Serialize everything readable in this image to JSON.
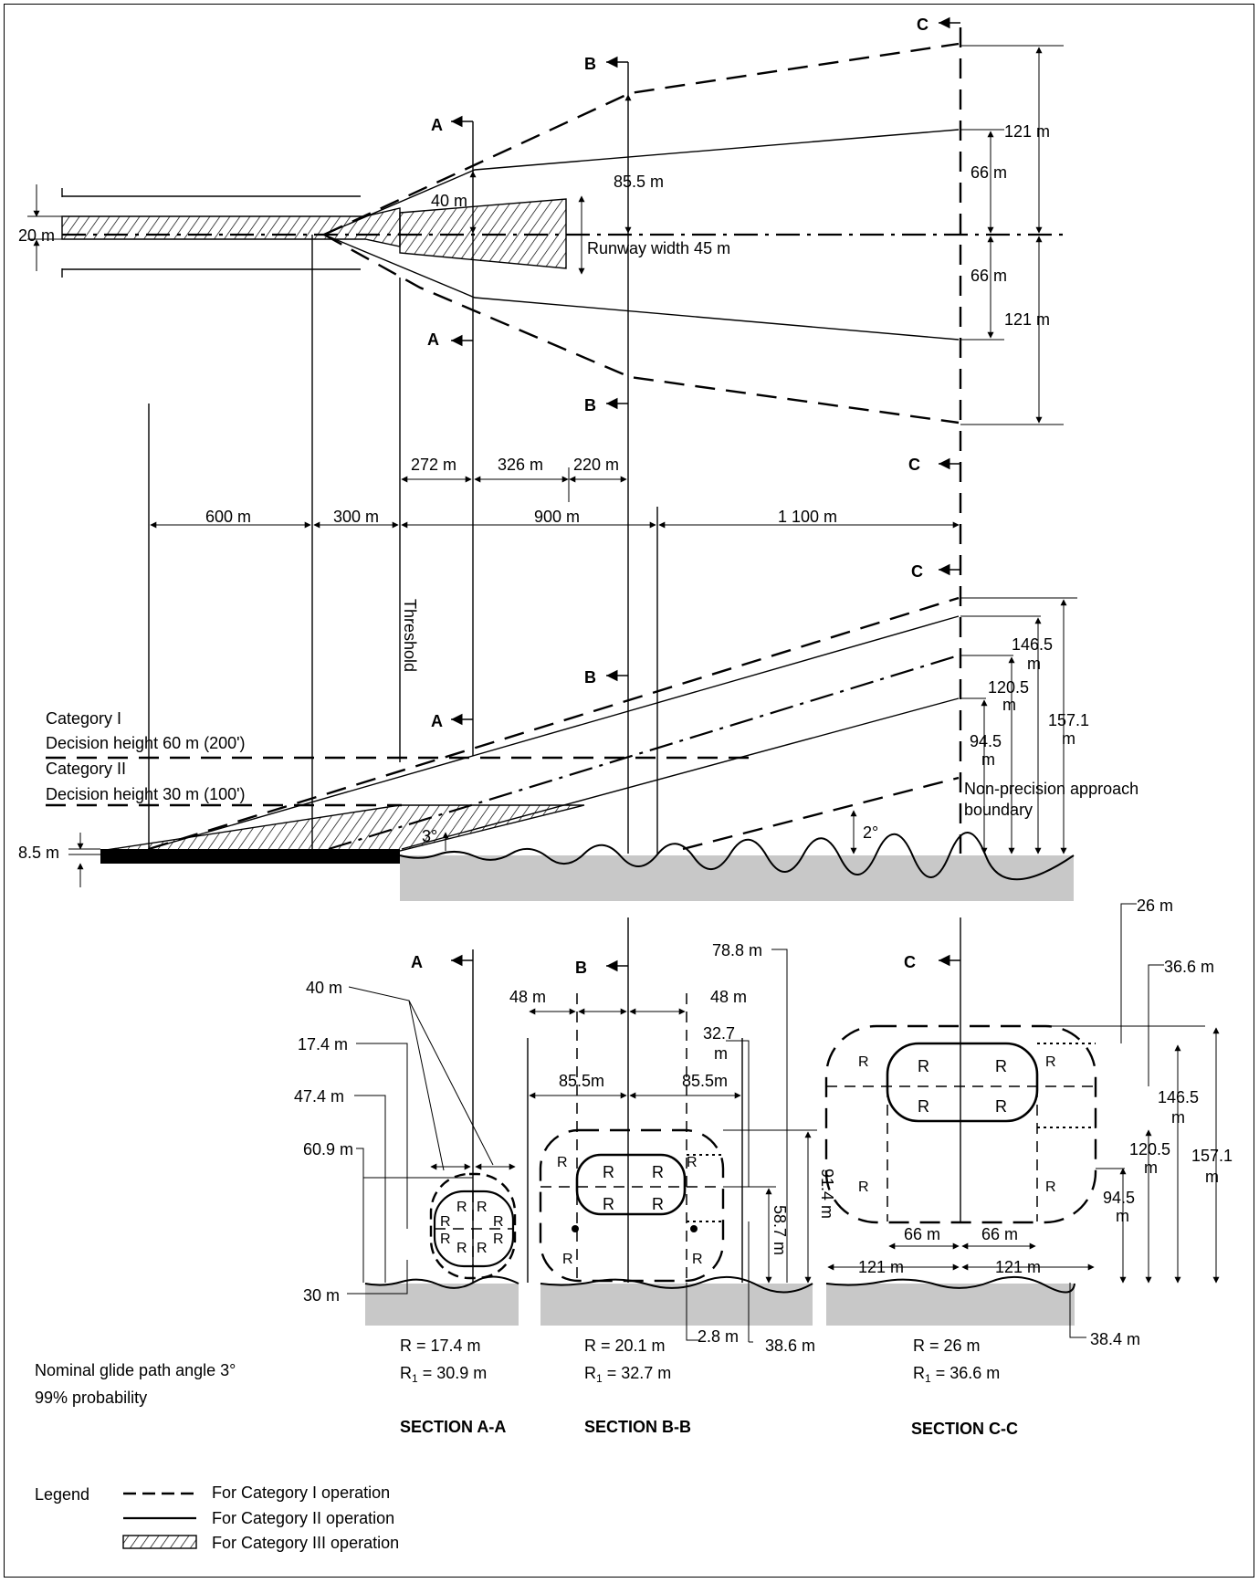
{
  "plan": {
    "sections": [
      "A",
      "B",
      "C"
    ],
    "runway_width_label": "Runway width 45 m",
    "width_20": "20 m",
    "dim_40": "40 m",
    "dim_85_5": "85.5 m",
    "dim_121_top": "121 m",
    "dim_66_top": "66 m",
    "dim_66_bot": "66 m",
    "dim_121_bot": "121 m"
  },
  "distances": {
    "d272": "272 m",
    "d326": "326 m",
    "d220": "220 m",
    "d600": "600 m",
    "d300": "300 m",
    "d900": "900 m",
    "d1100": "1 100 m"
  },
  "profile": {
    "threshold": "Threshold",
    "cat1_line1": "Category I",
    "cat1_line2": "Decision height 60 m (200')",
    "cat2_line1": "Category II",
    "cat2_line2": "Decision height 30 m (100')",
    "h8_5": "8.5 m",
    "angle3": "3°",
    "angle2": "2°",
    "h146_5": "146.5",
    "h120_5": "120.5",
    "h94_5": "94.5",
    "h157_1": "157.1",
    "unit_m": "m",
    "nonprecision_1": "Non-precision approach",
    "nonprecision_2": "boundary"
  },
  "section_aa": {
    "label_40": "40 m",
    "label_17_4": "17.4 m",
    "label_47_4": "47.4 m",
    "label_60_9": "60.9 m",
    "label_30": "30 m",
    "r_formula": "R = 17.4 m",
    "r1_formula_pre": "R",
    "r1_formula_post": " = 30.9 m",
    "title": "SECTION A-A"
  },
  "section_bb": {
    "label_48_left": "48 m",
    "label_48_right": "48 m",
    "label_78_8": "78.8 m",
    "label_32_7": "32.7",
    "label_85_5_left": "85.5m",
    "label_85_5_right": "85.5m",
    "label_91_4": "91.4 m",
    "label_58_7": "58.7 m",
    "label_2_8": "2.8 m",
    "label_38_6": "38.6 m",
    "r_formula": "R = 20.1 m",
    "r1_formula_pre": "R",
    "r1_formula_post": " = 32.7 m",
    "title": "SECTION B-B"
  },
  "section_cc": {
    "label_26": "26 m",
    "label_36_6": "36.6 m",
    "label_146_5": "146.5",
    "label_120_5": "120.5",
    "label_157_1": "157.1",
    "label_94_5": "94.5",
    "label_66_left": "66 m",
    "label_66_right": "66 m",
    "label_121_left": "121 m",
    "label_121_right": "121 m",
    "label_38_4": "38.4 m",
    "r_formula": "R = 26 m",
    "r1_formula_pre": "R",
    "r1_formula_post": " = 36.6 m",
    "title": "SECTION C-C"
  },
  "radius_labels": {
    "r": "R",
    "r1": "R",
    "one": "1"
  },
  "notes": {
    "line1": "Nominal glide path angle 3°",
    "line2": "99% probability"
  },
  "legend": {
    "title": "Legend",
    "cat1": "For Category I operation",
    "cat2": "For Category II operation",
    "cat3": "For Category III operation"
  }
}
